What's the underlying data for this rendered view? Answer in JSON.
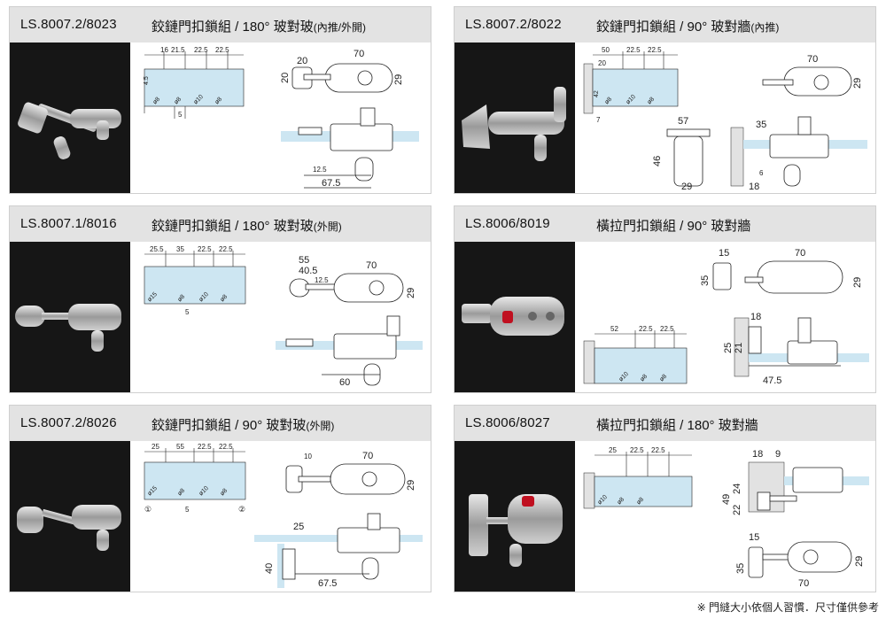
{
  "cards": [
    {
      "code": "LS.8007.2/8023",
      "title": "鉸鏈門扣鎖組 / 180° 玻對玻",
      "title_note": "(內推/外開)",
      "drawing_dims": {
        "hole_top": [
          "16",
          "21.5",
          "22.5",
          "22.5"
        ],
        "hole_side": "4.5",
        "holes": [
          "ø8",
          "ø8",
          "ø10",
          "ø8"
        ],
        "gap": "5",
        "plan_w": "70",
        "plan_h": "29",
        "knob_w": "20",
        "knob_h": "20",
        "sec_a": "12.5",
        "sec_b": "67.5"
      }
    },
    {
      "code": "LS.8007.2/8022",
      "title": "鉸鏈門扣鎖組 / 90° 玻對牆",
      "title_note": "(內推)",
      "drawing_dims": {
        "hole_top": [
          "50",
          "22.5",
          "22.5"
        ],
        "hole_side_a": "20",
        "hole_side_b": "42",
        "holes": [
          "ø8",
          "ø10",
          "ø8"
        ],
        "gap": "7",
        "plan_w": "70",
        "plan_h": "29",
        "front_w": "57",
        "front_h": "46",
        "front_b": "29",
        "sec_a": "35",
        "sec_b": "6",
        "sec_c": "18"
      }
    },
    {
      "code": "LS.8007.1/8016",
      "title": "鉸鏈門扣鎖組 / 180° 玻對玻",
      "title_note": "(外開)",
      "drawing_dims": {
        "hole_top": [
          "25.5",
          "35",
          "22.5",
          "22.5"
        ],
        "holes": [
          "ø15",
          "ø8",
          "ø10",
          "ø8"
        ],
        "gap": "5",
        "plan_a": "55",
        "plan_b": "40.5",
        "plan_c": "12.5",
        "plan_w": "70",
        "plan_h": "29",
        "sec_a": "60"
      }
    },
    {
      "code": "LS.8006/8019",
      "title": "橫拉門扣鎖組 / 90° 玻對牆",
      "title_note": "",
      "drawing_dims": {
        "hole_top": [
          "52",
          "22.5",
          "22.5"
        ],
        "holes": [
          "ø10",
          "ø8",
          "ø8"
        ],
        "plan_a": "15",
        "plan_b": "35",
        "plan_w": "70",
        "plan_h": "29",
        "sec_a": "18",
        "sec_b": "25",
        "sec_c": "21",
        "sec_d": "47.5"
      }
    },
    {
      "code": "LS.8007.2/8026",
      "title": "鉸鏈門扣鎖組 / 90° 玻對玻",
      "title_note": "(外開)",
      "drawing_dims": {
        "hole_top": [
          "25",
          "55",
          "22.5",
          "22.5"
        ],
        "holes": [
          "ø15",
          "ø8",
          "ø10",
          "ø8"
        ],
        "gap": "5",
        "marker_1": "①",
        "marker_2": "②",
        "plan_a": "10",
        "plan_w": "70",
        "plan_h": "29",
        "sec_a": "25",
        "sec_b": "40",
        "sec_c": "67.5"
      }
    },
    {
      "code": "LS.8006/8027",
      "title": "橫拉門扣鎖組 / 180° 玻對牆",
      "title_note": "",
      "drawing_dims": {
        "hole_top": [
          "25",
          "22.5",
          "22.5"
        ],
        "holes": [
          "ø10",
          "ø8",
          "ø8"
        ],
        "sec_a": "18",
        "sec_b": "9",
        "sec_c": "49",
        "sec_d": "24",
        "sec_e": "22",
        "plan_a": "15",
        "plan_b": "35",
        "plan_w": "70",
        "plan_h": "29"
      }
    }
  ],
  "footnote": "※ 門縫大小依個人習慣．尺寸僅供參考",
  "colors": {
    "header_bg": "#e3e3e3",
    "photo_bg": "#161616",
    "glass": "#cde6f2",
    "line": "#222222"
  }
}
